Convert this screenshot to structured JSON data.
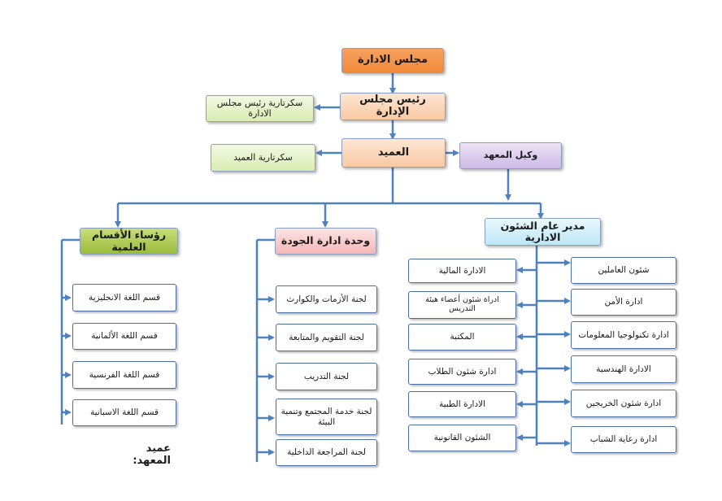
{
  "top": {
    "board": "مجلس الادارة",
    "chairman": "رئيس مجلس الإدارة",
    "chairman_secretary": "سكرتارية رئيس مجلس الادارة",
    "dean": "العميد",
    "dean_secretary": "سكرتارية العميد",
    "vice_dean": "وكيل المعهد"
  },
  "admin": {
    "head": "مدير عام الشئون الادارية",
    "right_column": [
      "شئون العاملين",
      "ادارة الأمن",
      "ادارة تكنولوجيا المعلومات",
      "الادارة الهندسية",
      "ادارة شئون الخريجين",
      "ادارة رعاية الشباب"
    ],
    "left_column": [
      "الادارة المالية",
      "ادراة شئون أعضاء هيئة التدريس",
      "المكتبة",
      "ادارة شئون الطلاب",
      "الادارة الطبية",
      "الشئون القانونية"
    ]
  },
  "quality": {
    "head": "وحدة ادارة الجودة",
    "items": [
      "لجنة الأزمات والكوارث",
      "لجنة التقويم والمتابعة",
      "لجنة التدريب",
      "لجنة خدمة المجتمع وتنمية البيئة",
      "لجنة المراجعة الداخلية"
    ]
  },
  "departments": {
    "head": "رؤساء الأقسام العلمية",
    "items": [
      "قسم اللغة الانجليزية",
      "قسم اللغة الألمانية",
      "قسم اللغة الفرنسية",
      "قسم اللغة الاسبانية"
    ]
  },
  "footer_label": "عميد المعهد:",
  "colors": {
    "connector": "#4f81bd"
  }
}
